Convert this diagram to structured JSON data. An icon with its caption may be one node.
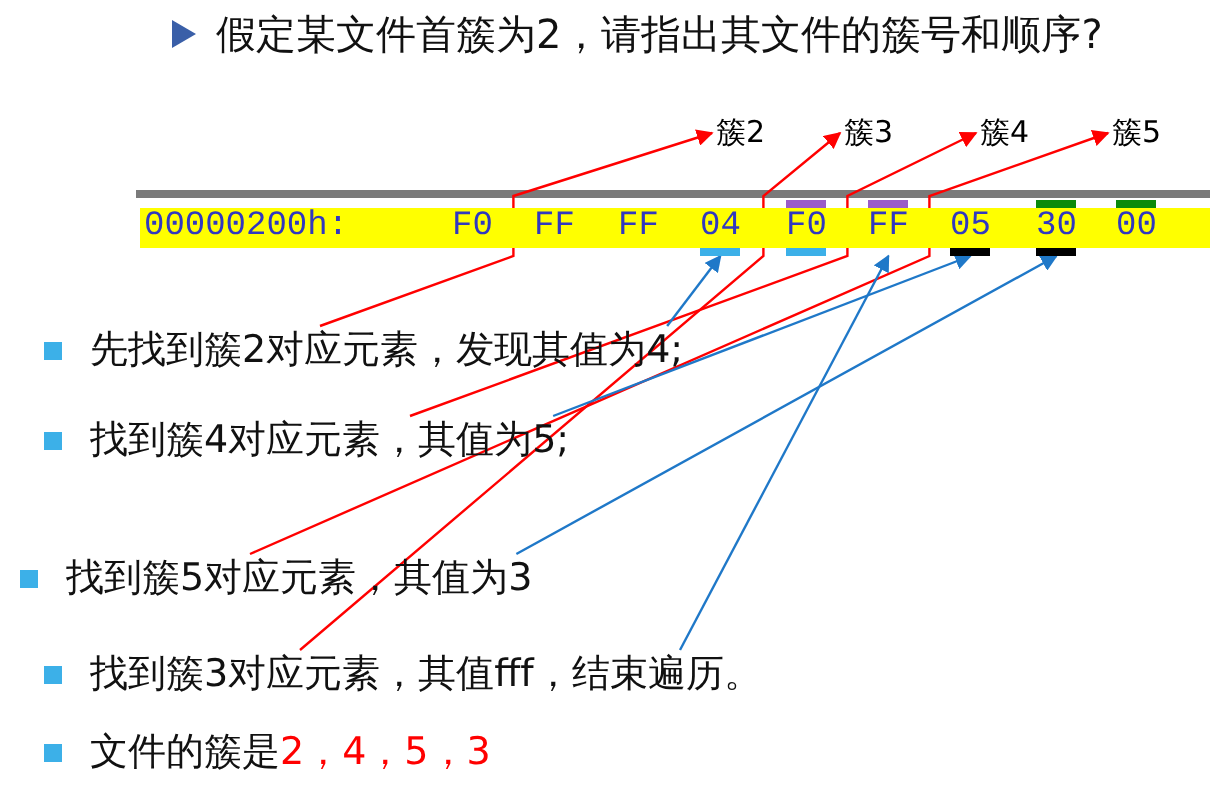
{
  "diagram": {
    "title": "假定某文件首簇为2，请指出其文件的簇号和顺序?",
    "nodes": [
      {
        "text": [
          "簇2"
        ]
      },
      {
        "text": [
          "簇3"
        ]
      },
      {
        "text": [
          "簇4"
        ]
      },
      {
        "text": [
          "簇5"
        ]
      },
      {
        "text": [
          "00000200h:"
        ]
      },
      {
        "text": [
          "F0"
        ],
        "in": 4
      },
      {
        "text": [
          "FF"
        ],
        "in": 4
      },
      {
        "text": [
          "FF"
        ],
        "in": 4
      },
      {
        "text": [
          "04"
        ],
        "in": 4
      },
      {
        "text": [
          "F0"
        ],
        "in": 4
      },
      {
        "text": [
          "FF"
        ],
        "in": 4
      },
      {
        "text": [
          "05"
        ],
        "in": 4
      },
      {
        "text": [
          "30"
        ],
        "in": 4
      },
      {
        "text": [
          "00"
        ],
        "in": 4
      },
      {
        "text": [
          "先找到簇2对应元素，发现其值为4;"
        ]
      },
      {
        "text": [
          "找到簇4对应元素，其值为5;"
        ]
      },
      {
        "text": [
          "找到簇5对应元素，其值为3"
        ]
      },
      {
        "text": [
          "找到簇3对应元素，其值fff，结束遍历。"
        ]
      }
    ],
    "edges": [
      {
        "from": 14,
        "to": 0,
        "arrow": "to",
        "color": "#ff0000"
      },
      {
        "from": 15,
        "to": 2,
        "arrow": "to",
        "color": "#ff0000"
      },
      {
        "from": 16,
        "to": 3,
        "arrow": "to",
        "color": "#ff0000"
      },
      {
        "from": 17,
        "to": 1,
        "arrow": "to",
        "color": "#ff0000"
      },
      {
        "from": 14,
        "to": 8,
        "arrow": "to",
        "color": "#1f78c8"
      },
      {
        "from": 15,
        "to": 11,
        "arrow": "to",
        "color": "#1f78c8"
      },
      {
        "from": 16,
        "to": 12,
        "arrow": "to",
        "color": "#1f78c8"
      },
      {
        "from": 17,
        "to": 10,
        "arrow": "to",
        "color": "#1f78c8"
      }
    ],
    "labels": [
      "文件的簇是",
      "2，4，5，3"
    ]
  }
}
